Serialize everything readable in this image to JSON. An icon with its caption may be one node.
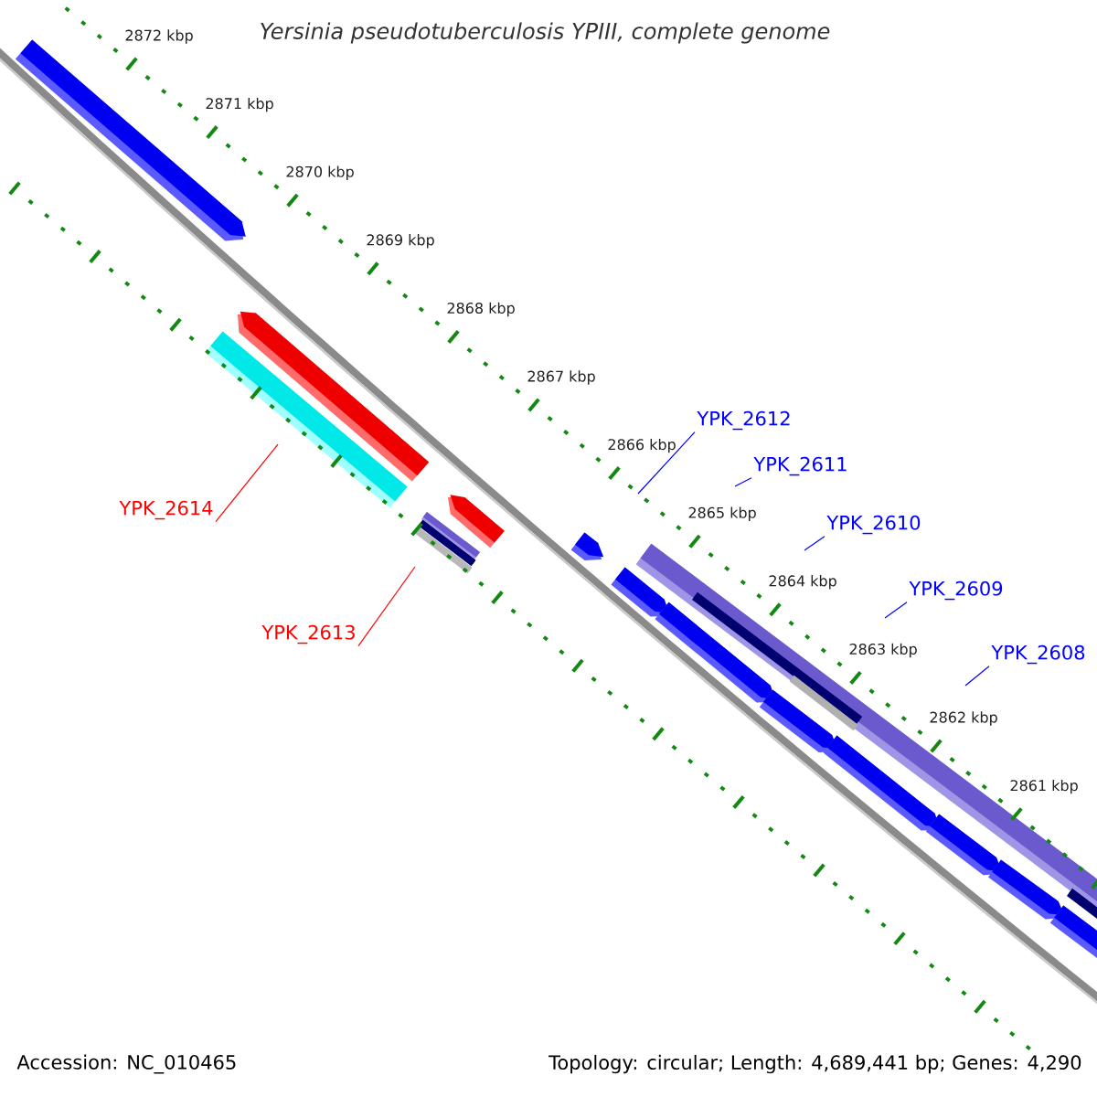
{
  "diagram": {
    "title": "Yersinia pseudotuberculosis YPIII, complete genome",
    "nodes": [
      {
        "text": [
          "YPK_2614"
        ]
      },
      {
        "text": [
          "YPK_2613"
        ]
      },
      {
        "text": [
          "YPK_2612"
        ]
      },
      {
        "text": [
          "YPK_2611"
        ]
      },
      {
        "text": [
          "YPK_2610"
        ]
      },
      {
        "text": [
          "YPK_2609"
        ]
      },
      {
        "text": [
          "YPK_2608"
        ]
      }
    ],
    "edges": [
      {
        "from": 0,
        "to": null,
        "arrow": "none",
        "color": "#ff0000"
      },
      {
        "from": 1,
        "to": null,
        "arrow": "none",
        "color": "#ff0000"
      },
      {
        "from": 2,
        "to": null,
        "arrow": "none"
      },
      {
        "from": 3,
        "to": null,
        "arrow": "none"
      },
      {
        "from": 4,
        "to": null,
        "arrow": "none"
      },
      {
        "from": 5,
        "to": null,
        "arrow": "none"
      },
      {
        "from": 6,
        "to": null,
        "arrow": "none"
      }
    ],
    "labels": [
      "2872 kbp",
      "2871 kbp",
      "2870 kbp",
      "2869 kbp",
      "2868 kbp",
      "2867 kbp",
      "2866 kbp",
      "2865 kbp",
      "2864 kbp",
      "2863 kbp",
      "2862 kbp",
      "2861 kbp",
      "Accession: NC_010465",
      "Topology: circular; Length: 4,689,441 bp; Genes: 4,290"
    ]
  }
}
